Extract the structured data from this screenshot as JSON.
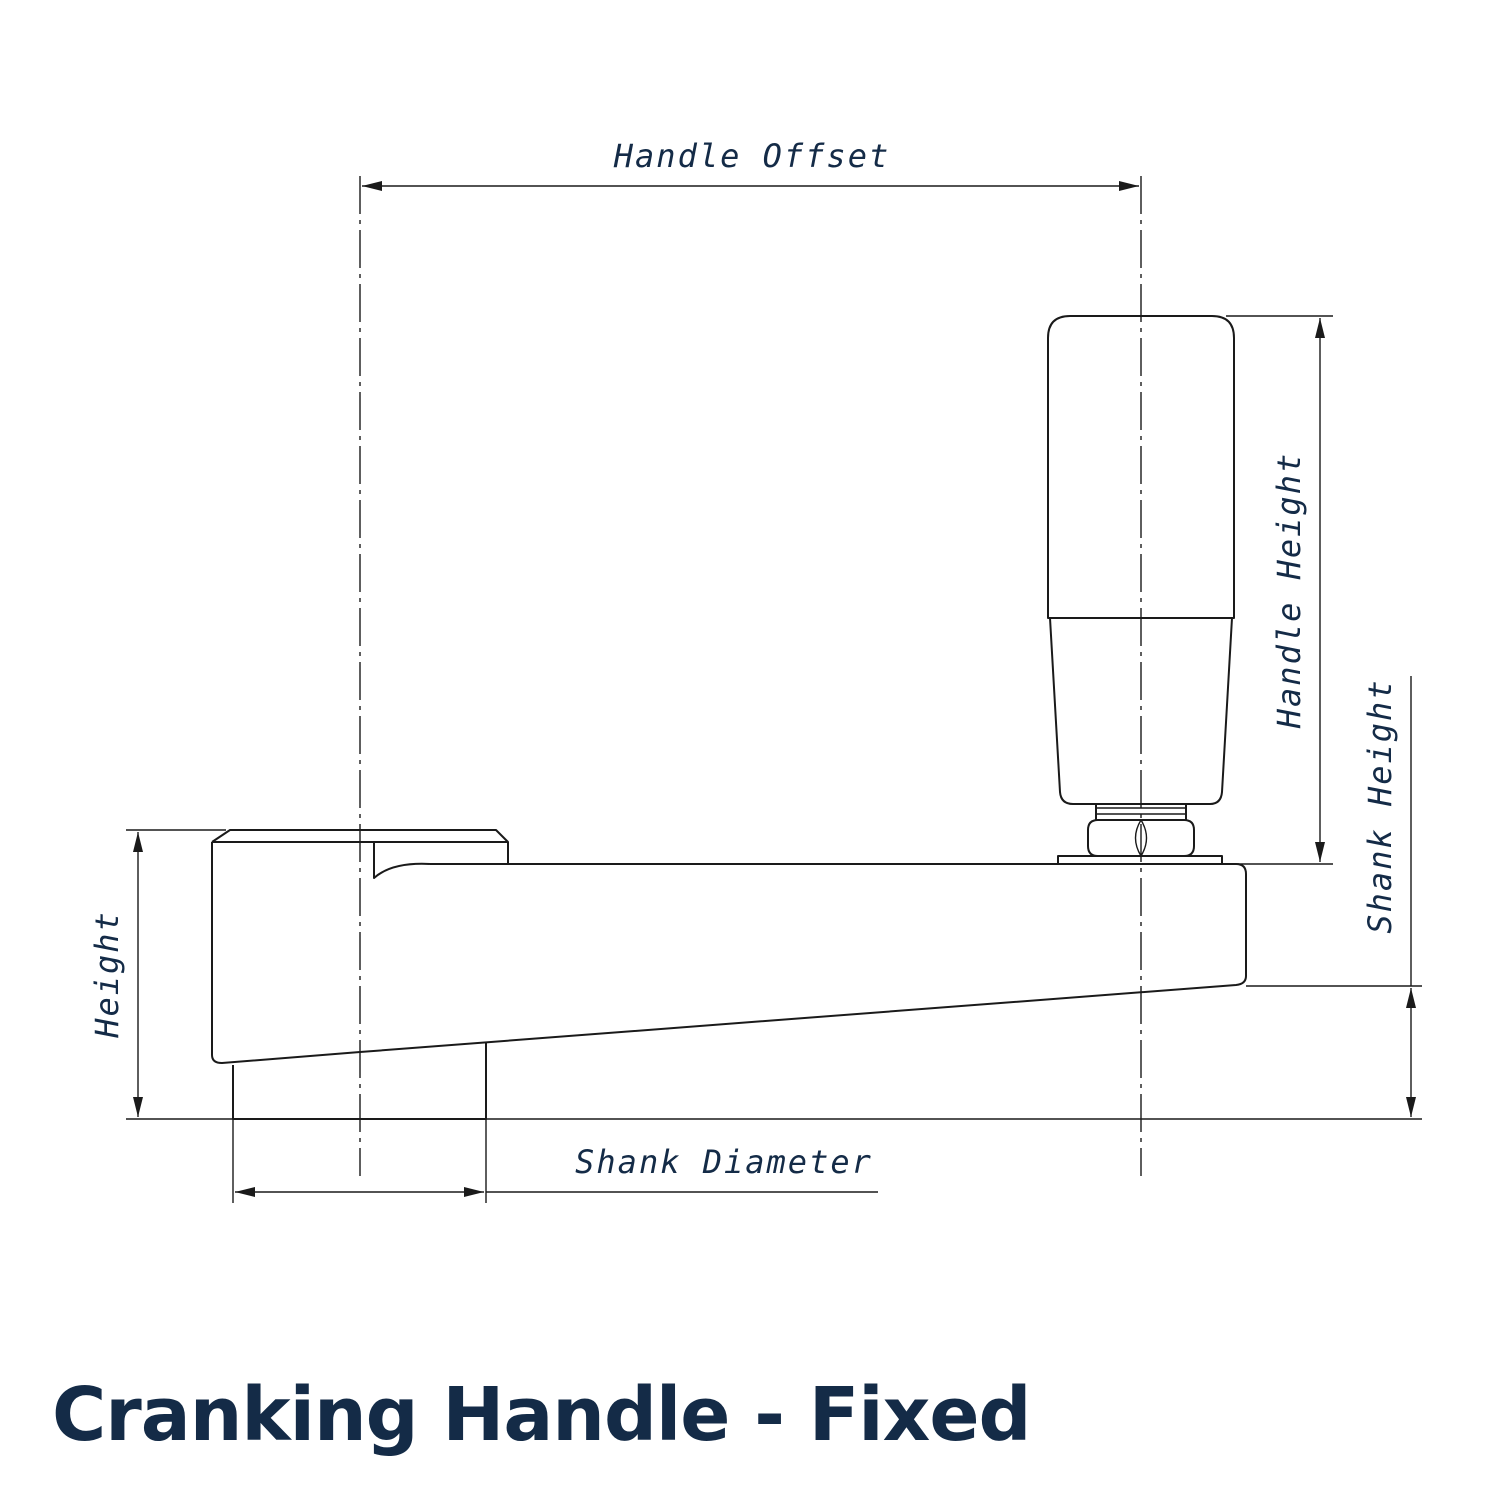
{
  "title": "Cranking Handle - Fixed",
  "colors": {
    "text": "#142b47",
    "line": "#1a1a1a",
    "background": "#ffffff"
  },
  "dimensions": {
    "handle_offset": "Handle Offset",
    "handle_height": "Handle Height",
    "shank_height": "Shank Height",
    "height": "Height",
    "shank_diameter": "Shank Diameter"
  }
}
